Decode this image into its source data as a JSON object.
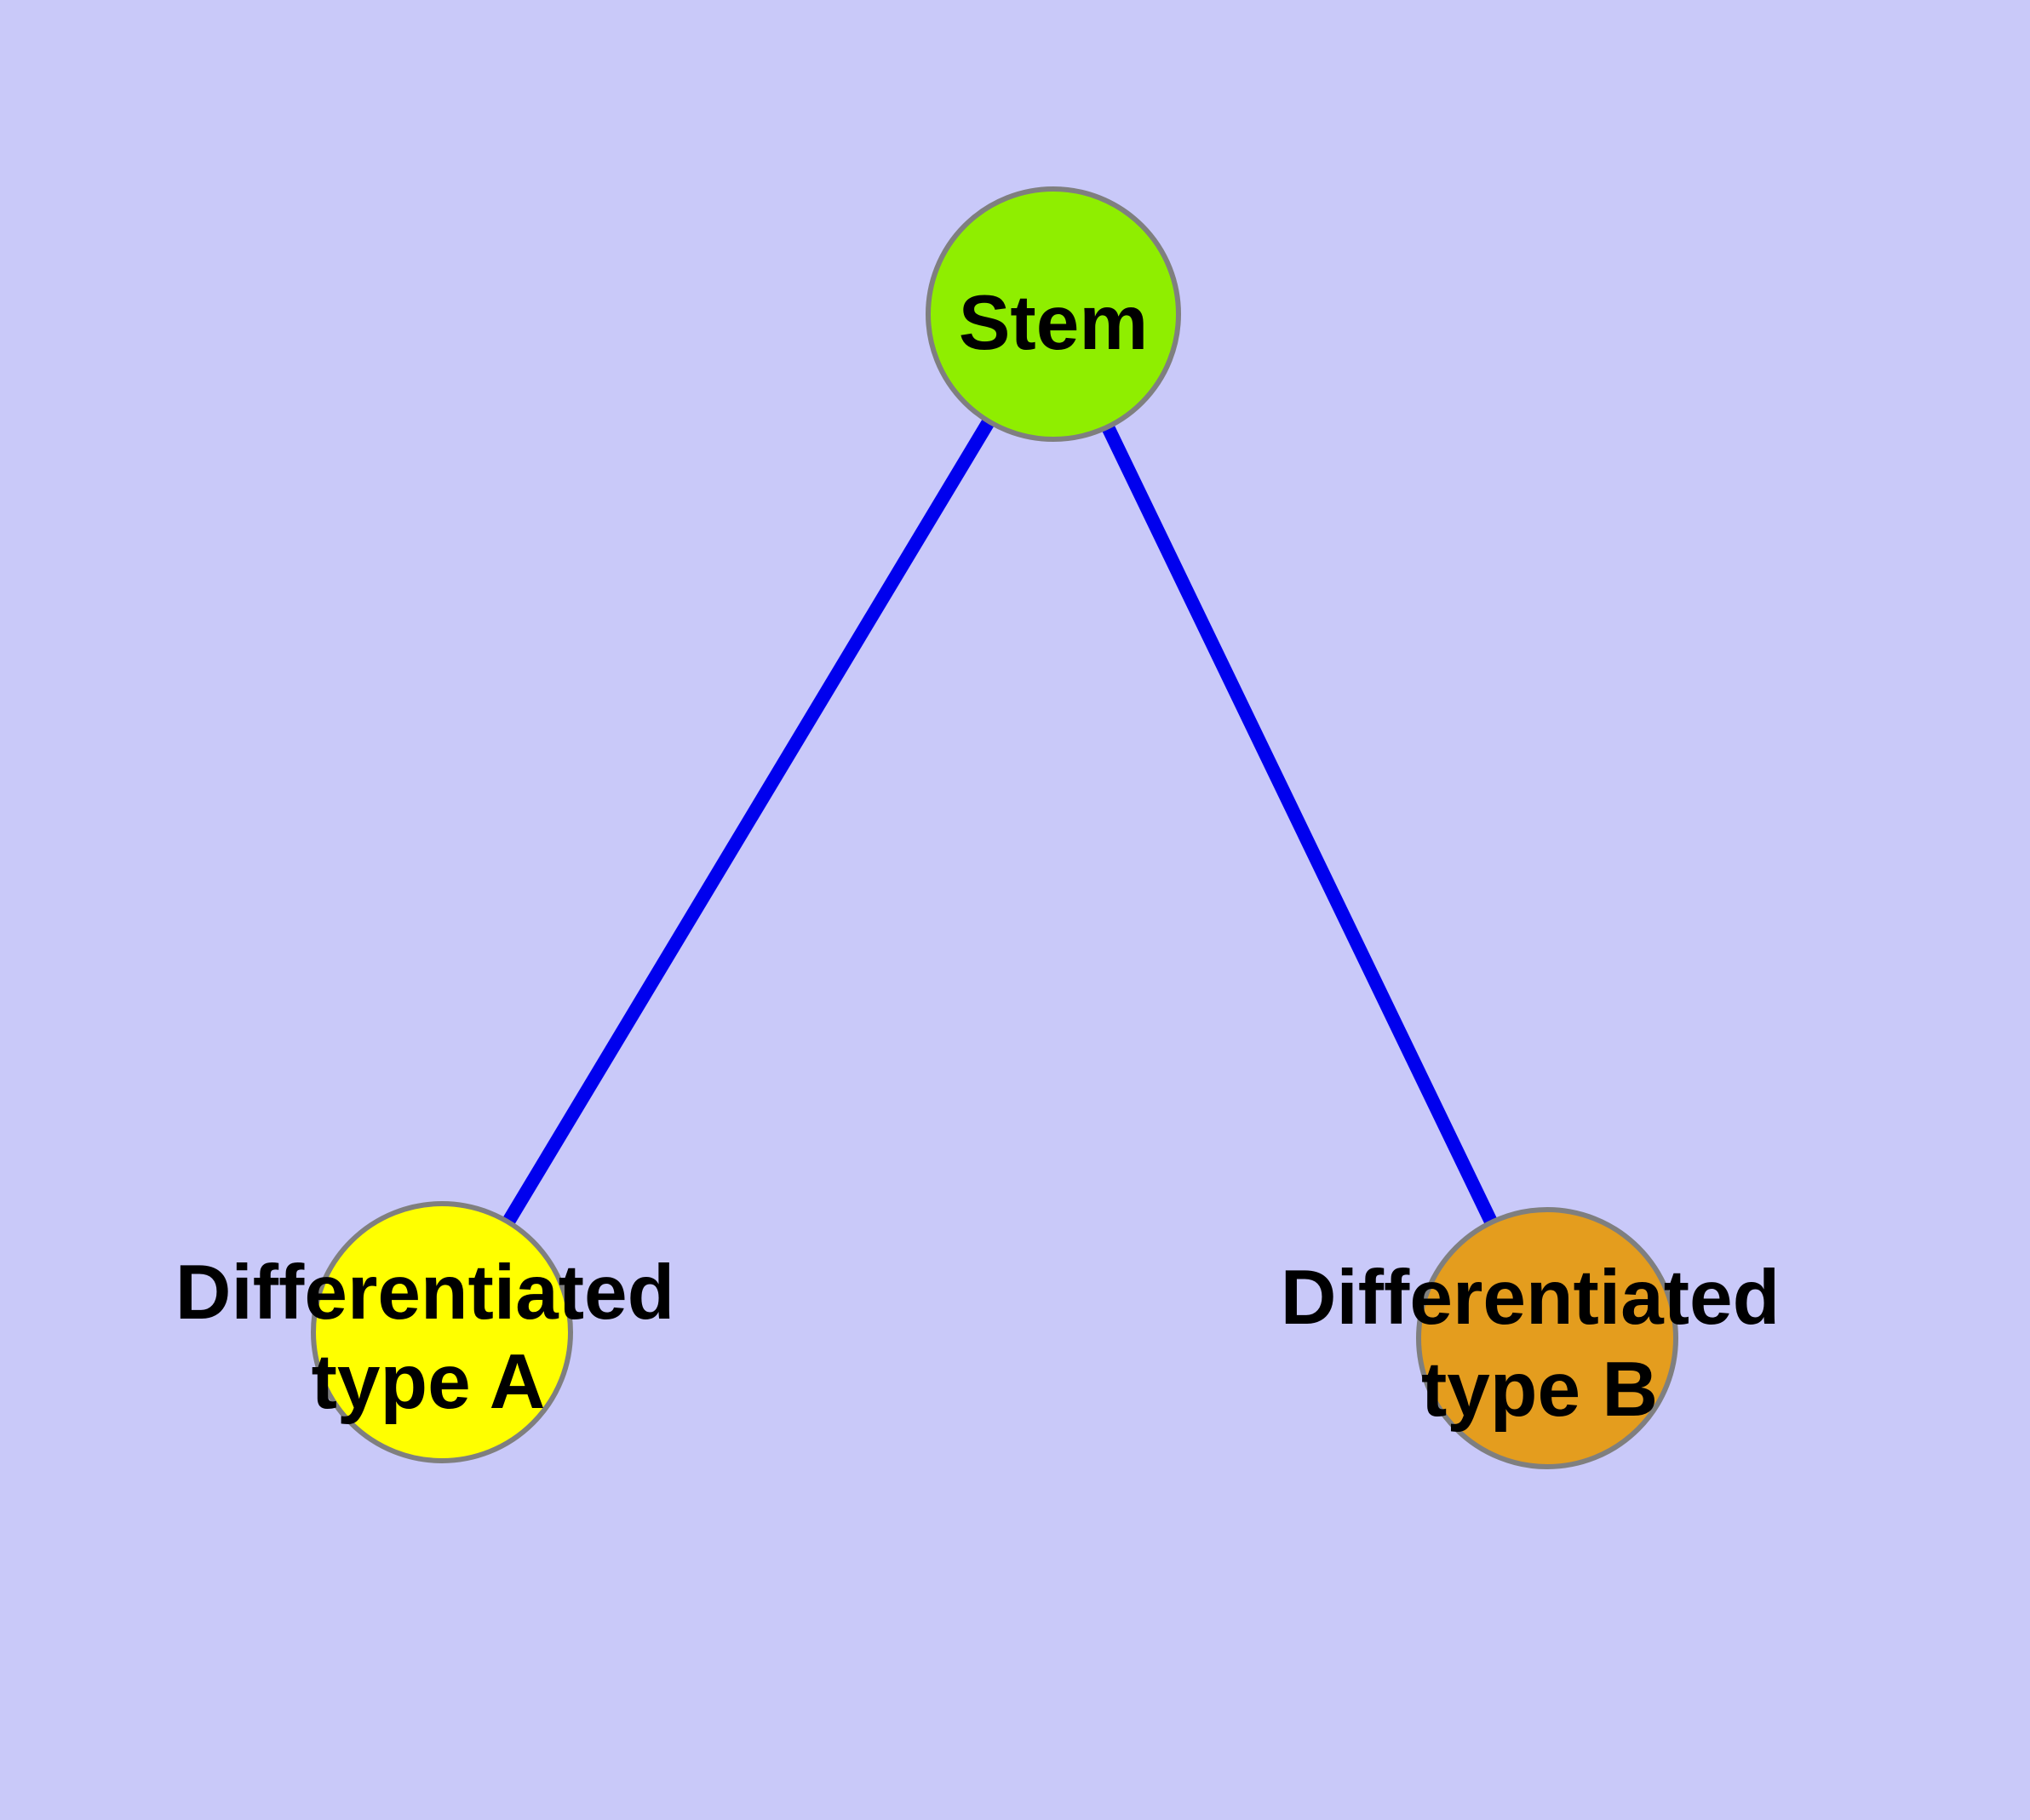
{
  "theme": {
    "background_color": "#C9C9F9",
    "edge_color": "#0000EE",
    "node_border_color": "#7F7F7F",
    "label_color": "#000000"
  },
  "diagram": {
    "type": "node-link-graph",
    "title": "",
    "nodes": [
      {
        "id": "stem",
        "label": "Stem",
        "line1": "Stem",
        "line2": "",
        "fill": "#8FEE00"
      },
      {
        "id": "differentiated-type-a",
        "label": "Differentiated type A",
        "line1": "Differentiated",
        "line2": "type A",
        "fill": "#FFFF00"
      },
      {
        "id": "differentiated-type-b",
        "label": "Differentiated type B",
        "line1": "Differentiated",
        "line2": "type B",
        "fill": "#E49D1E"
      }
    ],
    "edges": [
      {
        "from": "Stem",
        "to": "Differentiated type A"
      },
      {
        "from": "Stem",
        "to": "Differentiated type B"
      }
    ]
  }
}
